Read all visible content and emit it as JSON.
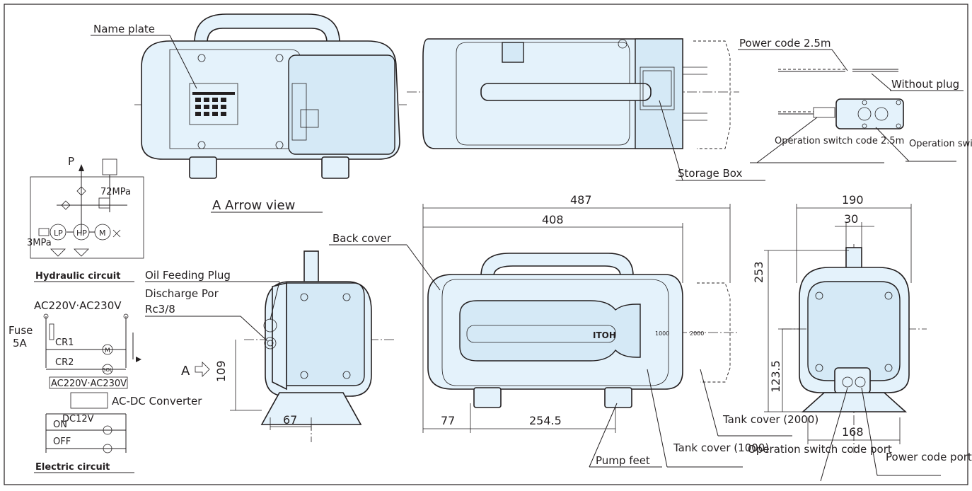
{
  "labels": {
    "name_plate": "Name plate",
    "power_code": "Power code 2.5m",
    "without_plug": "Without plug",
    "operation_switch_code": "Operation switch code 2.5m",
    "operation_switch": "Operation switch",
    "storage_box": "Storage Box",
    "a_arrow_view": "A Arrow view",
    "back_cover": "Back cover",
    "oil_feeding_plug": "Oil Feeding Plug",
    "discharge_port": "Discharge Por",
    "discharge_port_thread": "Rc3/8",
    "a_marker": "A",
    "pump_feet": "Pump feet",
    "tank_cover_1000": "Tank cover (1000)",
    "tank_cover_2000": "Tank cover (2000)",
    "operation_switch_code_port": "Operation switch code port",
    "power_code_port": "Power code port",
    "hydraulic_circuit": "Hydraulic circuit",
    "electric_circuit": "Electric circuit",
    "p": "P",
    "pressure_72": "72MPa",
    "pressure_3": "3MPa",
    "lp": "LP",
    "hp": "HP",
    "motor": "M",
    "ac_supply": "AC220V·AC230V",
    "fuse": "Fuse",
    "fuse_rating": "5A",
    "cr1": "CR1",
    "cr2": "CR2",
    "sol": "SOL",
    "ac_supply_2": "AC220V·AC230V",
    "converter": "AC-DC Converter",
    "on": "ON",
    "off": "OFF",
    "dc12v": "DC12V",
    "mark_1000": "1000",
    "mark_2000": "2000",
    "brand": "ITOH"
  },
  "dimensions": {
    "d487": "487",
    "d408": "408",
    "d77": "77",
    "d254_5": "254.5",
    "d190": "190",
    "d30": "30",
    "d253": "253",
    "d123_5": "123.5",
    "d168": "168",
    "d109": "109",
    "d67": "67"
  },
  "colors": {
    "body_fill": "#e4f2fb",
    "line": "#231f20"
  }
}
